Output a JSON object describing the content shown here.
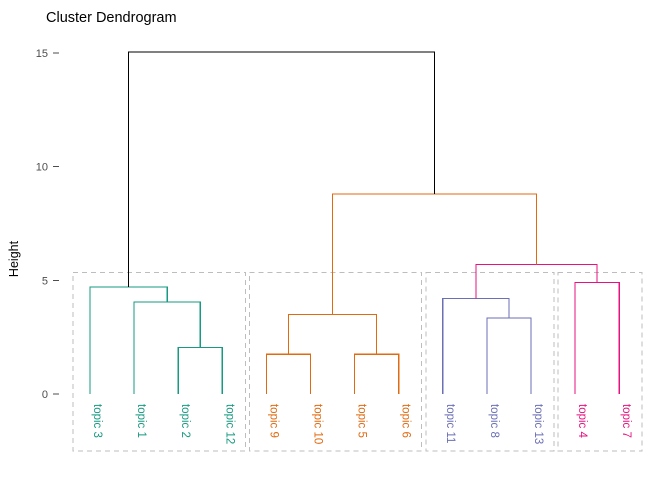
{
  "title": "Cluster Dendrogram",
  "axis": {
    "y_label": "Height",
    "y_ticks": [
      "15",
      "10",
      "5",
      "0"
    ],
    "y_tick_values": [
      15,
      10,
      5,
      0
    ],
    "y_limits": [
      0,
      15.6
    ]
  },
  "colors": {
    "cluster_1": "#179a81",
    "cluster_2": "#e06a10",
    "cluster_3": "#6b6fb5",
    "cluster_4": "#e6127f",
    "root": "#000000",
    "box": "#bdbdbd",
    "tick_text": "#4d4d4d",
    "background": "#ffffff"
  },
  "chart_data": {
    "type": "dendrogram",
    "title": "Cluster Dendrogram",
    "xlabel": "",
    "ylabel": "Height",
    "ylim": [
      0,
      15.6
    ],
    "yticks": [
      0,
      5,
      10,
      15
    ],
    "grid": false,
    "legend": "none",
    "leaves": [
      {
        "label": "topic 3",
        "order": 1,
        "cluster": 1,
        "color": "#179a81"
      },
      {
        "label": "topic 1",
        "order": 2,
        "cluster": 1,
        "color": "#179a81"
      },
      {
        "label": "topic 2",
        "order": 3,
        "cluster": 1,
        "color": "#179a81"
      },
      {
        "label": "topic 12",
        "order": 4,
        "cluster": 1,
        "color": "#179a81"
      },
      {
        "label": "topic 9",
        "order": 5,
        "cluster": 2,
        "color": "#e06a10"
      },
      {
        "label": "topic 10",
        "order": 6,
        "cluster": 2,
        "color": "#e06a10"
      },
      {
        "label": "topic 5",
        "order": 7,
        "cluster": 2,
        "color": "#e06a10"
      },
      {
        "label": "topic 6",
        "order": 8,
        "cluster": 2,
        "color": "#e06a10"
      },
      {
        "label": "topic 11",
        "order": 9,
        "cluster": 3,
        "color": "#6b6fb5"
      },
      {
        "label": "topic 8",
        "order": 10,
        "cluster": 3,
        "color": "#6b6fb5"
      },
      {
        "label": "topic 13",
        "order": 11,
        "cluster": 3,
        "color": "#6b6fb5"
      },
      {
        "label": "topic 4",
        "order": 12,
        "cluster": 4,
        "color": "#e6127f"
      },
      {
        "label": "topic 7",
        "order": 13,
        "cluster": 4,
        "color": "#e6127f"
      }
    ],
    "merges": [
      {
        "id": "m1",
        "left": "topic 2",
        "right": "topic 12",
        "height": 2.05,
        "color": "#179a81"
      },
      {
        "id": "m2",
        "left": "topic 1",
        "right": "m1",
        "height": 4.05,
        "color": "#179a81"
      },
      {
        "id": "m3",
        "left": "topic 3",
        "right": "m2",
        "height": 4.7,
        "color": "#179a81"
      },
      {
        "id": "m4",
        "left": "topic 9",
        "right": "topic 10",
        "height": 1.75,
        "color": "#e06a10"
      },
      {
        "id": "m5",
        "left": "topic 5",
        "right": "topic 6",
        "height": 1.75,
        "color": "#e06a10"
      },
      {
        "id": "m6",
        "left": "m4",
        "right": "m5",
        "height": 3.5,
        "color": "#e06a10"
      },
      {
        "id": "m7",
        "left": "topic 8",
        "right": "topic 13",
        "height": 3.35,
        "color": "#6b6fb5"
      },
      {
        "id": "m8",
        "left": "topic 11",
        "right": "m7",
        "height": 4.2,
        "color": "#6b6fb5"
      },
      {
        "id": "m9",
        "left": "topic 4",
        "right": "topic 7",
        "height": 4.9,
        "color": "#e6127f"
      },
      {
        "id": "m10",
        "left": "m8",
        "right": "m9",
        "height": 5.7,
        "color": "#e6127f"
      },
      {
        "id": "m11",
        "left": "m6",
        "right": "m10",
        "height": 8.8,
        "color": "#e06a10"
      },
      {
        "id": "m12",
        "left": "m3",
        "right": "m11",
        "height": 15.05,
        "color": "#000000"
      }
    ],
    "cluster_boxes": [
      {
        "cluster": 1,
        "first_leaf": "topic 3",
        "last_leaf": "topic 12",
        "top_height": 5.35,
        "bottom_height": -2.5
      },
      {
        "cluster": 2,
        "first_leaf": "topic 9",
        "last_leaf": "topic 6",
        "top_height": 5.35,
        "bottom_height": -2.5
      },
      {
        "cluster": 3,
        "first_leaf": "topic 11",
        "last_leaf": "topic 13",
        "top_height": 5.35,
        "bottom_height": -2.5
      },
      {
        "cluster": 4,
        "first_leaf": "topic 4",
        "last_leaf": "topic 7",
        "top_height": 5.35,
        "bottom_height": -2.5
      }
    ]
  }
}
